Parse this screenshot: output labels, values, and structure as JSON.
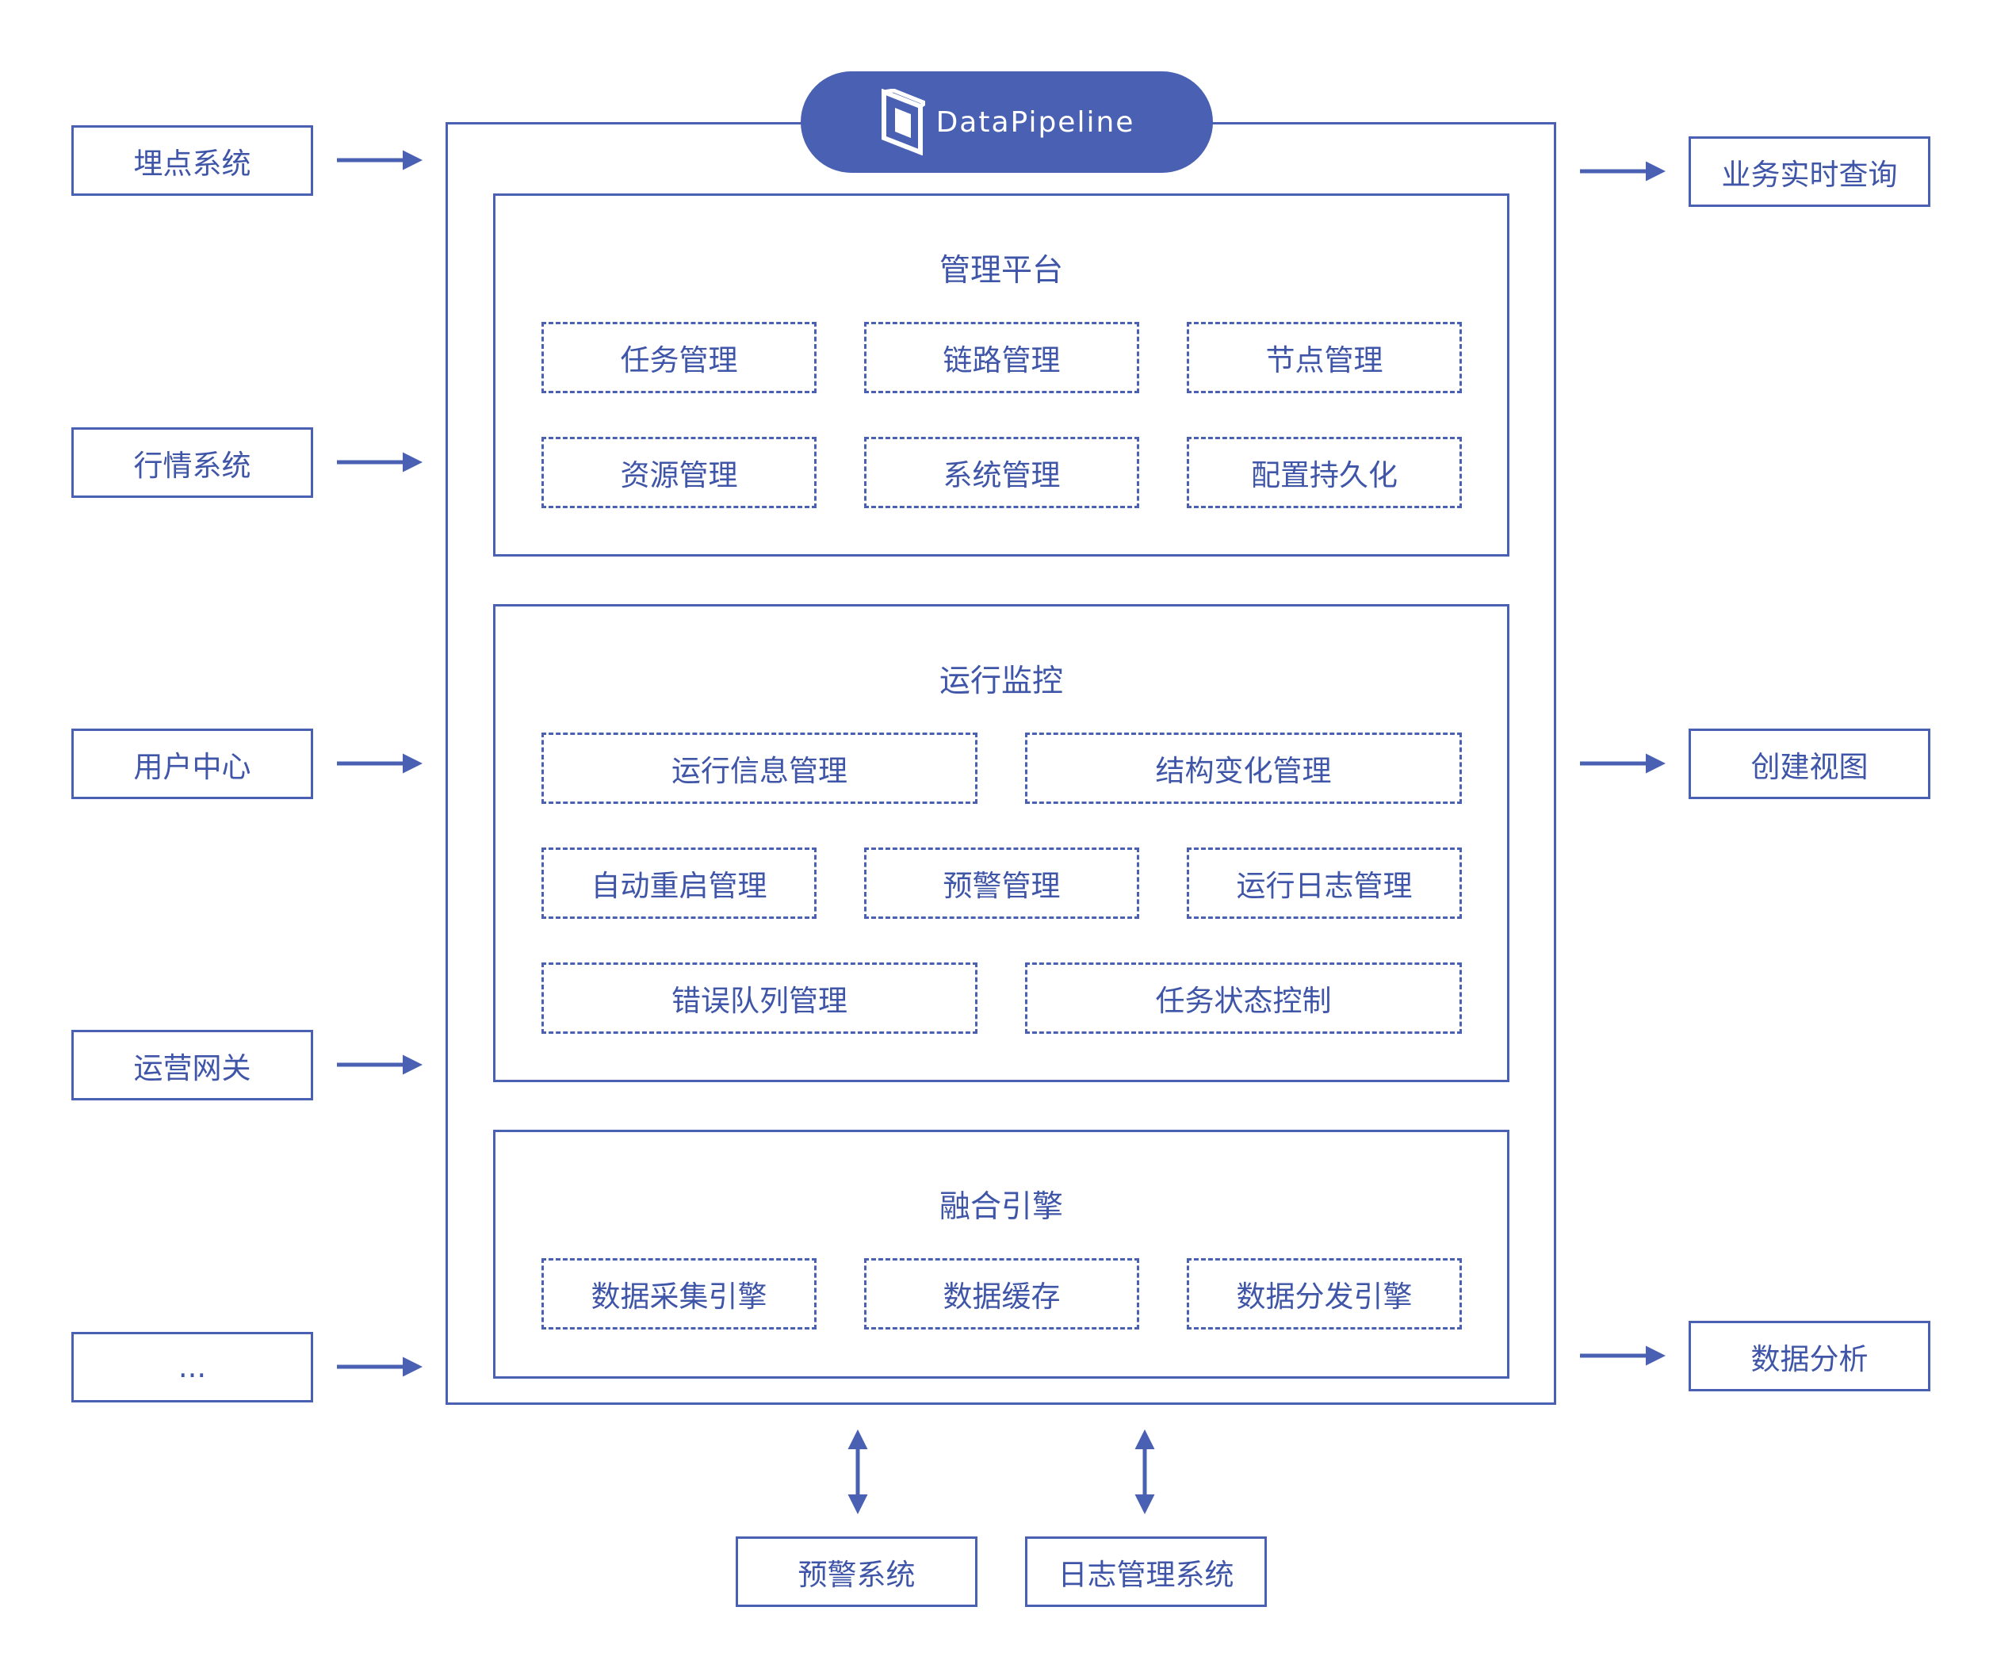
{
  "brand": {
    "name": "DataPipeline",
    "color": "#4a61b3"
  },
  "left_inputs": [
    "埋点系统",
    "行情系统",
    "用户中心",
    "运营网关",
    "..."
  ],
  "right_outputs": [
    "业务实时查询",
    "创建视图",
    "数据分析"
  ],
  "bottom_systems": [
    "预警系统",
    "日志管理系统"
  ],
  "sections": {
    "management": {
      "title": "管理平台",
      "items": [
        "任务管理",
        "链路管理",
        "节点管理",
        "资源管理",
        "系统管理",
        "配置持久化"
      ]
    },
    "monitoring": {
      "title": "运行监控",
      "items": [
        "运行信息管理",
        "结构变化管理",
        "自动重启管理",
        "预警管理",
        "运行日志管理",
        "错误队列管理",
        "任务状态控制"
      ]
    },
    "engine": {
      "title": "融合引擎",
      "items": [
        "数据采集引擎",
        "数据缓存",
        "数据分发引擎"
      ]
    }
  }
}
